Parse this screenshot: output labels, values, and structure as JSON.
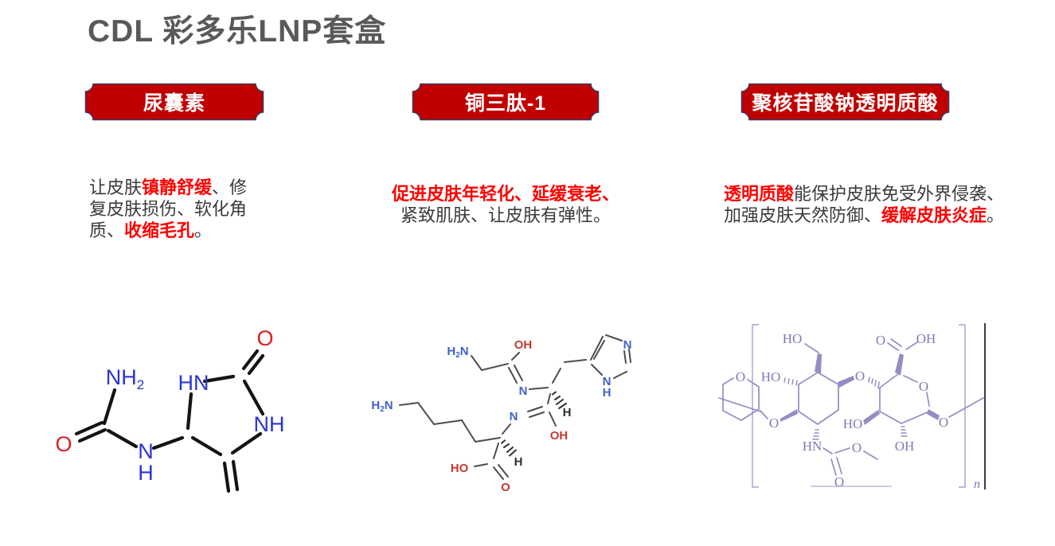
{
  "page": {
    "title": "CDL 彩多乐LNP套盒"
  },
  "colors": {
    "banner_fill": "#C00000",
    "banner_border": "#3A3A5E",
    "highlight_red": "#FF0000",
    "body_text": "#3A3A3A",
    "title_gray": "#595959",
    "structure3_purple": "#938DC5"
  },
  "columns": [
    {
      "banner": "尿囊素",
      "desc": [
        "让皮肤",
        "镇静舒缓",
        "、修",
        "复皮肤损伤、软化角",
        "质、",
        "收缩毛孔",
        "。"
      ]
    },
    {
      "banner": "铜三肽-1",
      "desc": [
        "促进皮肤年轻化、延缓衰老、",
        "紧致肌肤、让皮肤有弹性。"
      ]
    },
    {
      "banner": "聚核苷酸钠透明质酸",
      "desc": [
        "透明质酸",
        "能保护皮肤免受外界侵袭、",
        "加强皮肤天然防御、",
        "缓解皮肤炎症",
        "。"
      ]
    }
  ],
  "atoms": {
    "O": "O",
    "N": "N",
    "H": "H",
    "NH": "NH",
    "HN": "HN",
    "OH": "OH",
    "HO": "HO",
    "sub2": "2",
    "n": "n"
  }
}
